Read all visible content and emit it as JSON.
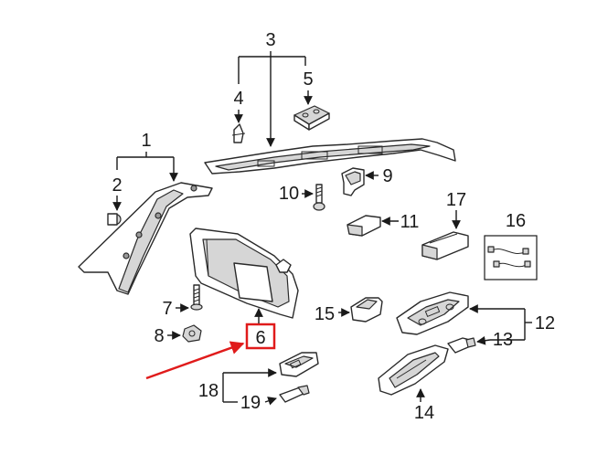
{
  "callouts": {
    "c1": "1",
    "c2": "2",
    "c3": "3",
    "c4": "4",
    "c5": "5",
    "c6": "6",
    "c7": "7",
    "c8": "8",
    "c9": "9",
    "c10": "10",
    "c11": "11",
    "c12": "12",
    "c13": "13",
    "c14": "14",
    "c15": "15",
    "c16": "16",
    "c17": "17",
    "c18": "18",
    "c19": "19"
  },
  "highlight": {
    "part": "6",
    "color": "#e01b1b"
  },
  "colors": {
    "line": "#1a1a1a",
    "shade": "#d6d6d6"
  }
}
